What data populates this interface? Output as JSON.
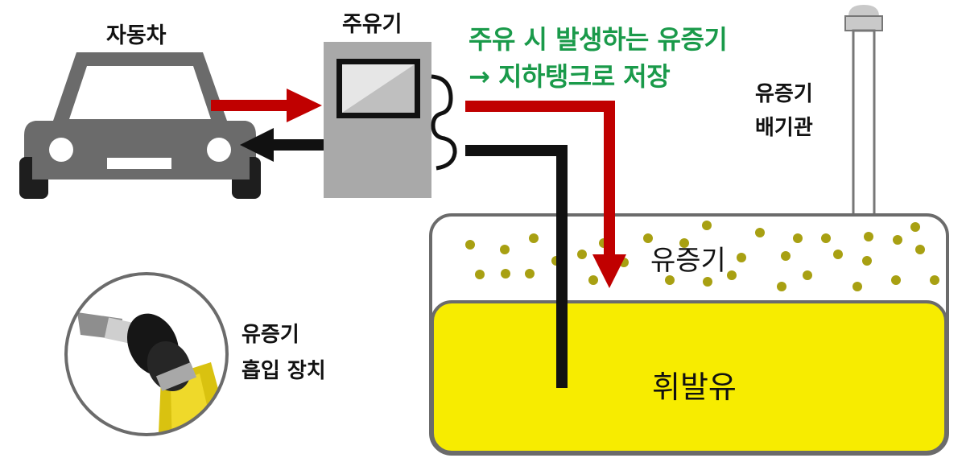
{
  "labels": {
    "car": "자동차",
    "pump": "주유기",
    "headline_line1": "주유 시 발생하는 유증기",
    "headline_line2": "→ 지하탱크로 저장",
    "vent_line1": "유증기",
    "vent_line2": "배기관",
    "tank_vapor": "유증기",
    "tank_fuel": "휘발유",
    "device_line1": "유증기",
    "device_line2": "흡입 장치"
  },
  "colors": {
    "headline": "#1a9a4a",
    "vapor_arrow": "#c00000",
    "fuel_line": "#111111",
    "fuel": "#f7ec00",
    "vapor_dot": "#a8a012",
    "car": "#6b6b6b",
    "pump": "#a9a9a9"
  },
  "icons": [
    "car-icon",
    "fuel-pump-icon",
    "fuel-nozzle-icon",
    "vent-pipe-icon",
    "vapor-recovery-nozzle-photo"
  ]
}
